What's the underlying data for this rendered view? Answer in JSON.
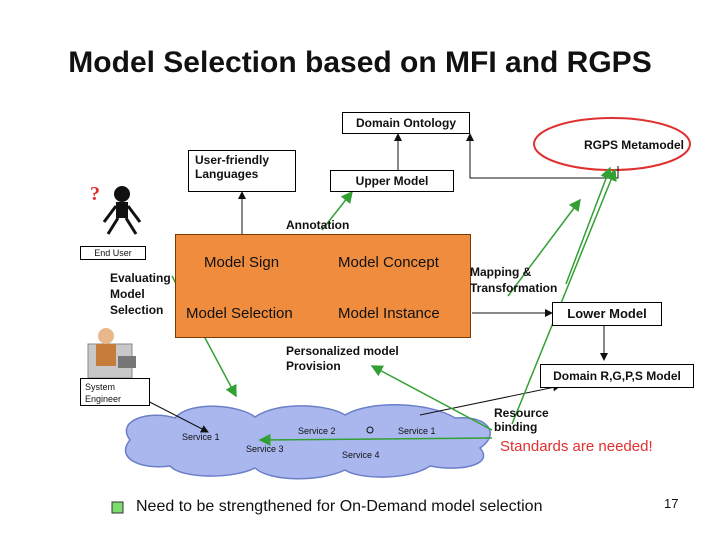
{
  "title": "Model Selection based on MFI and RGPS",
  "nodes": {
    "domain_ontology": "Domain Ontology",
    "rgps_metamodel": "RGPS Metamodel",
    "user_friendly_languages": "User-friendly\nLanguages",
    "upper_model": "Upper Model",
    "annotation": "Annotation",
    "end_user": "End User",
    "evaluating_model_selection": "Evaluating\nModel\nSelection",
    "model_sign": "Model Sign",
    "model_concept": "Model Concept",
    "model_selection": "Model Selection",
    "model_instance": "Model Instance",
    "mapping_transformation": "Mapping &\nTransformation",
    "lower_model": "Lower Model",
    "personalized_model_provision": "Personalized model\nProvision",
    "domain_rgps_model": "Domain R,G,P,S Model",
    "system_engineer": "System\nEngineer",
    "resource_binding": "Resource\nbinding",
    "standards_needed": "Standards are needed!"
  },
  "services": [
    "Service 1",
    "Service 2",
    "Service 3",
    "Service 4",
    "Service 1"
  ],
  "footer": {
    "note": "Need to be strengthened for On-Demand model selection",
    "page_number": "17"
  },
  "colors": {
    "accent_red": "#e03030",
    "arrow_green": "#33a033",
    "box_orange": "#f08c3e",
    "cloud_blue": "#a9b7ee",
    "legend_green": "#7cdc6c"
  }
}
